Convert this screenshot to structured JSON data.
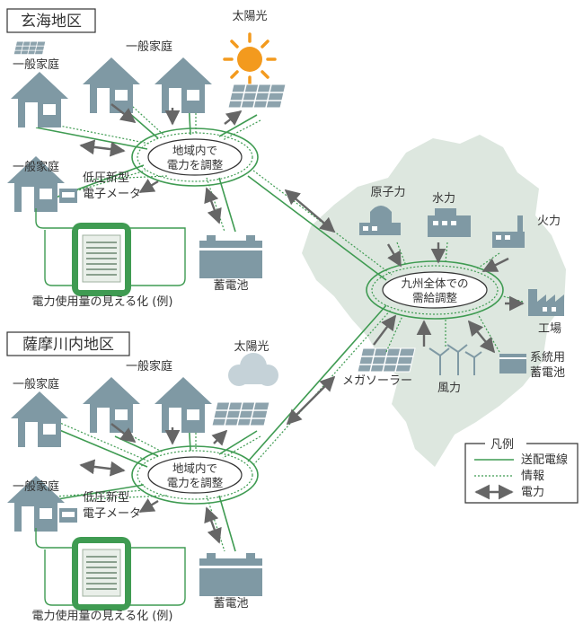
{
  "colors": {
    "house": "#7f99a4",
    "house_dark": "#5e7883",
    "panel": "#8da3ad",
    "line_green": "#3f9b52",
    "info_green": "#3f9b52",
    "arrow_gray": "#666666",
    "map_fill": "#dde7df",
    "sun": "#f39a1e",
    "cloud": "#c5d2d8",
    "tablet_border": "#3f9b52"
  },
  "regions": {
    "genkai": {
      "title": "玄海地区",
      "solar": "太陽光",
      "house_top": "一般家庭",
      "house_left": "一般家庭",
      "house_bottom_left": "一般家庭",
      "meter": "低圧新型\n電子メータ",
      "hub": "地域内で\n電力を調整",
      "battery": "蓄電池",
      "visual": "電力使用量の見える化 (例)"
    },
    "satsuma": {
      "title": "薩摩川内地区",
      "solar": "太陽光",
      "house_top": "一般家庭",
      "house_left": "一般家庭",
      "house_bottom_left": "一般家庭",
      "meter": "低圧新型\n電子メータ",
      "hub": "地域内で\n電力を調整",
      "battery": "蓄電池",
      "visual": "電力使用量の見える化 (例)"
    }
  },
  "kyushu": {
    "hub": "九州全体での\n需給調整",
    "nuclear": "原子力",
    "hydro": "水力",
    "thermal": "火力",
    "factory": "工場",
    "grid_battery": "系統用\n蓄電池",
    "wind": "風力",
    "mega_solar": "メガソーラー"
  },
  "legend": {
    "title": "凡例",
    "power_line": "送配電線",
    "info": "情報",
    "power": "電力"
  }
}
